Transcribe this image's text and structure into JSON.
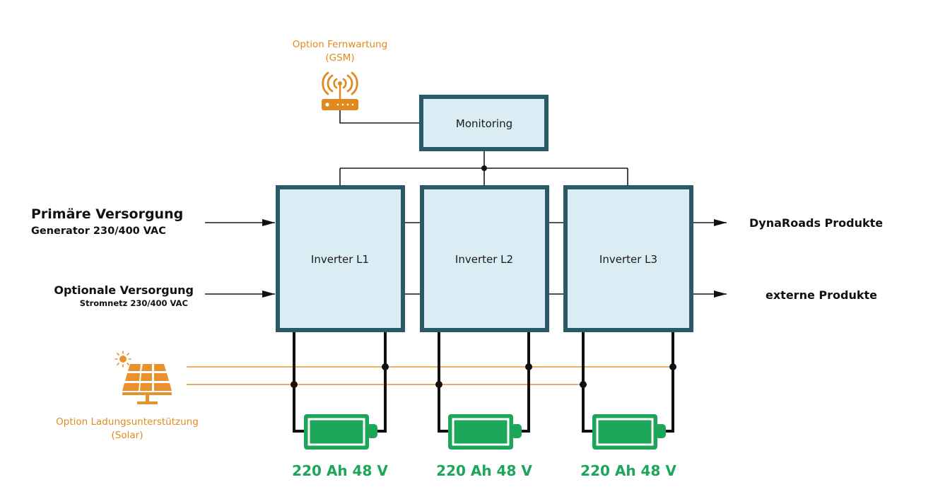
{
  "colors": {
    "box_fill": "#daedf4",
    "box_border": "#2a5967",
    "option_orange": "#e0891f",
    "battery_green": "#1ba659"
  },
  "gsm": {
    "icon": "router-antenna-icon",
    "label_line1": "Option Fernwartung",
    "label_line2": "(GSM)"
  },
  "monitoring": {
    "label": "Monitoring"
  },
  "inverters": [
    {
      "label": "Inverter L1"
    },
    {
      "label": "Inverter L2"
    },
    {
      "label": "Inverter L3"
    }
  ],
  "inputs": {
    "primary": {
      "title": "Primäre Versorgung",
      "subtitle": "Generator 230/400 VAC"
    },
    "optional": {
      "title": "Optionale Versorgung",
      "subtitle": "Stromnetz 230/400 VAC"
    }
  },
  "outputs": [
    {
      "label": "DynaRoads Produkte"
    },
    {
      "label": "externe Produkte"
    }
  ],
  "solar": {
    "icon": "solar-panel-icon",
    "label_line1": "Option Ladungsunterstützung",
    "label_line2": "(Solar)"
  },
  "batteries": [
    {
      "icon": "battery-icon",
      "label": "220 Ah 48 V"
    },
    {
      "icon": "battery-icon",
      "label": "220 Ah 48 V"
    },
    {
      "icon": "battery-icon",
      "label": "220 Ah 48 V"
    }
  ]
}
